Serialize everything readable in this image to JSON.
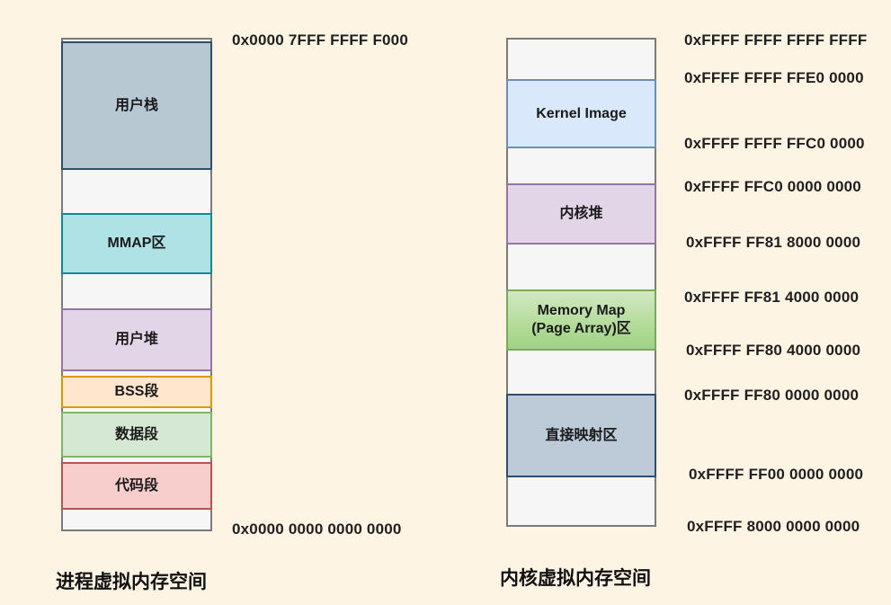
{
  "colors": {
    "page_background": "#fdf4e4",
    "column_fill": "#f6f6f6",
    "column_border": "#7a7a7a"
  },
  "left_column": {
    "title": "进程虚拟内存空间",
    "top_address": "0x0000 7FFF FFFF F000",
    "bottom_address": "0x0000 0000 0000 0000",
    "segments": [
      {
        "label": "用户栈",
        "fill": "#b8c8d3",
        "border": "#2f4e6d"
      },
      {
        "label": "MMAP区",
        "fill": "#aee2e5",
        "border": "#0e8a93"
      },
      {
        "label": "用户堆",
        "fill": "#e1d5e7",
        "border": "#9673a6"
      },
      {
        "label": "BSS段",
        "fill": "#ffe6cc",
        "border": "#d79b00"
      },
      {
        "label": "数据段",
        "fill": "#d5e8d4",
        "border": "#82b366"
      },
      {
        "label": "代码段",
        "fill": "#f8cecc",
        "border": "#b85450"
      }
    ]
  },
  "right_column": {
    "title": "内核虚拟内存空间",
    "segments": [
      {
        "label": "Kernel Image",
        "fill": "#dae8fc",
        "border": "#6c8ebf"
      },
      {
        "label": "内核堆",
        "fill": "#e1d5e7",
        "border": "#9673a6"
      },
      {
        "label": "Memory Map",
        "label_line2": "(Page Array)区",
        "fill": "linear-gradient(180deg, #d2e8c2, #9ed37f)",
        "border": "#78a95c"
      },
      {
        "label": "直接映射区",
        "fill": "#bdcbd8",
        "border": "#2f4e6d"
      }
    ],
    "addresses": [
      {
        "text": "0xFFFF FFFF FFFF FFFF"
      },
      {
        "text": "0xFFFF FFFF FFE0 0000"
      },
      {
        "text": "0xFFFF FFFF FFC0 0000"
      },
      {
        "text": "0xFFFF FFC0 0000 0000"
      },
      {
        "text": "0xFFFF FF81 8000 0000"
      },
      {
        "text": "0xFFFF FF81 4000 0000"
      },
      {
        "text": "0xFFFF FF80 4000 0000"
      },
      {
        "text": "0xFFFF FF80 0000 0000"
      },
      {
        "text": "0xFFFF FF00 0000 0000"
      },
      {
        "text": "0xFFFF 8000 0000 0000"
      }
    ]
  }
}
